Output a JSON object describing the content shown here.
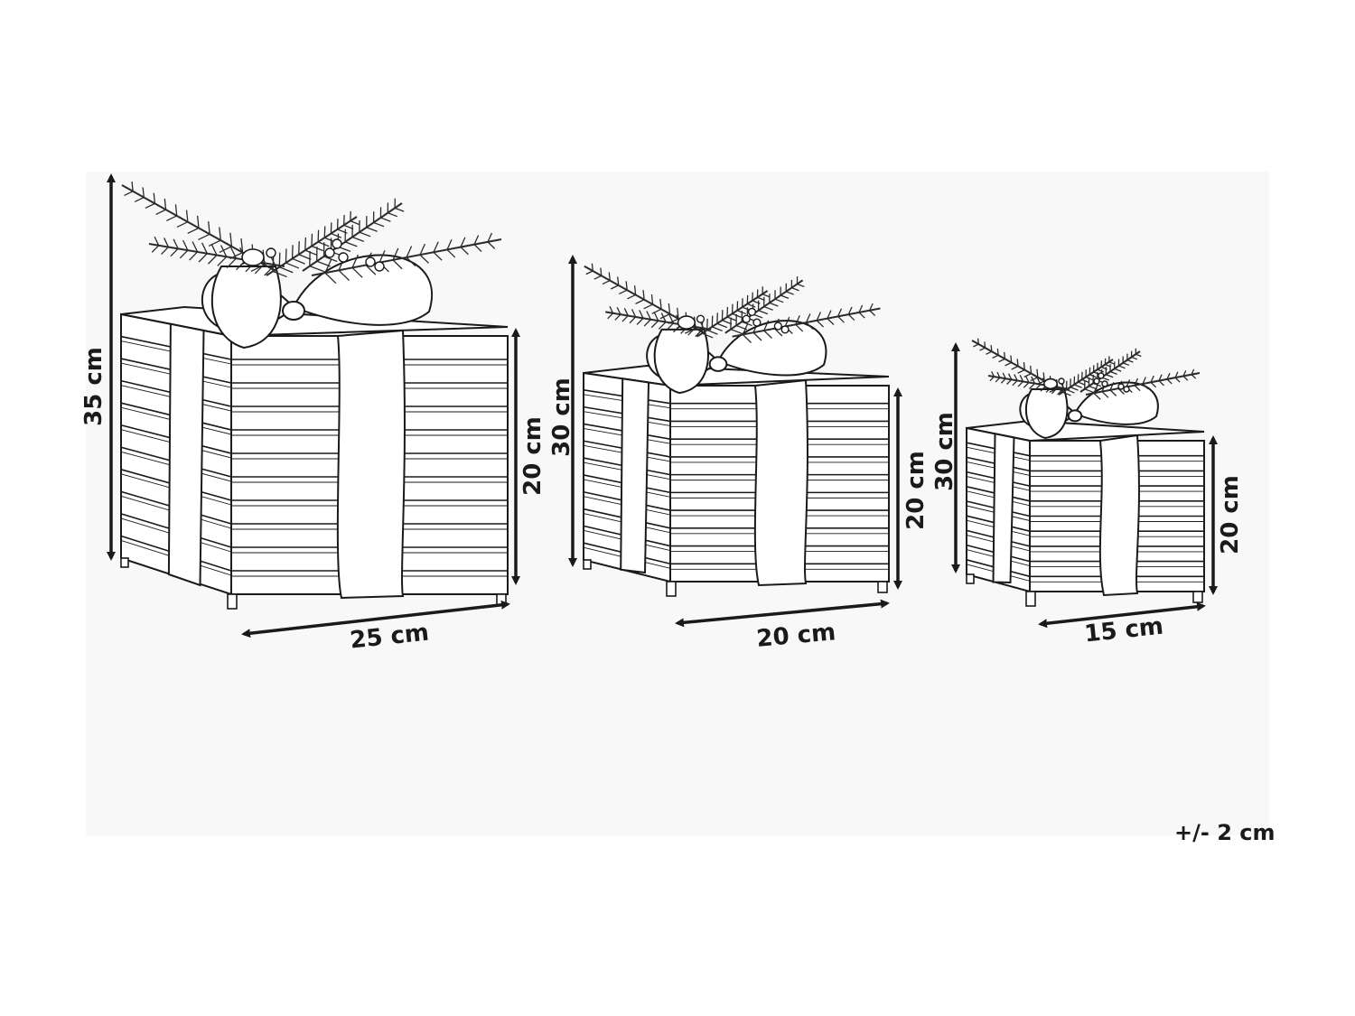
{
  "gifts": [
    {
      "name": "large",
      "total_height": "35 cm",
      "box_height": "20 cm",
      "width": "25 cm"
    },
    {
      "name": "medium",
      "total_height": "30 cm",
      "box_height": "20 cm",
      "width": "20 cm"
    },
    {
      "name": "small",
      "total_height": "30 cm",
      "box_height": "20 cm",
      "width": "15 cm"
    }
  ],
  "tolerance": "+/- 2 cm",
  "colors": {
    "line": "#1a1a1a",
    "background_panel": "#f8f8f8",
    "foliage": "#2b2b2b"
  }
}
